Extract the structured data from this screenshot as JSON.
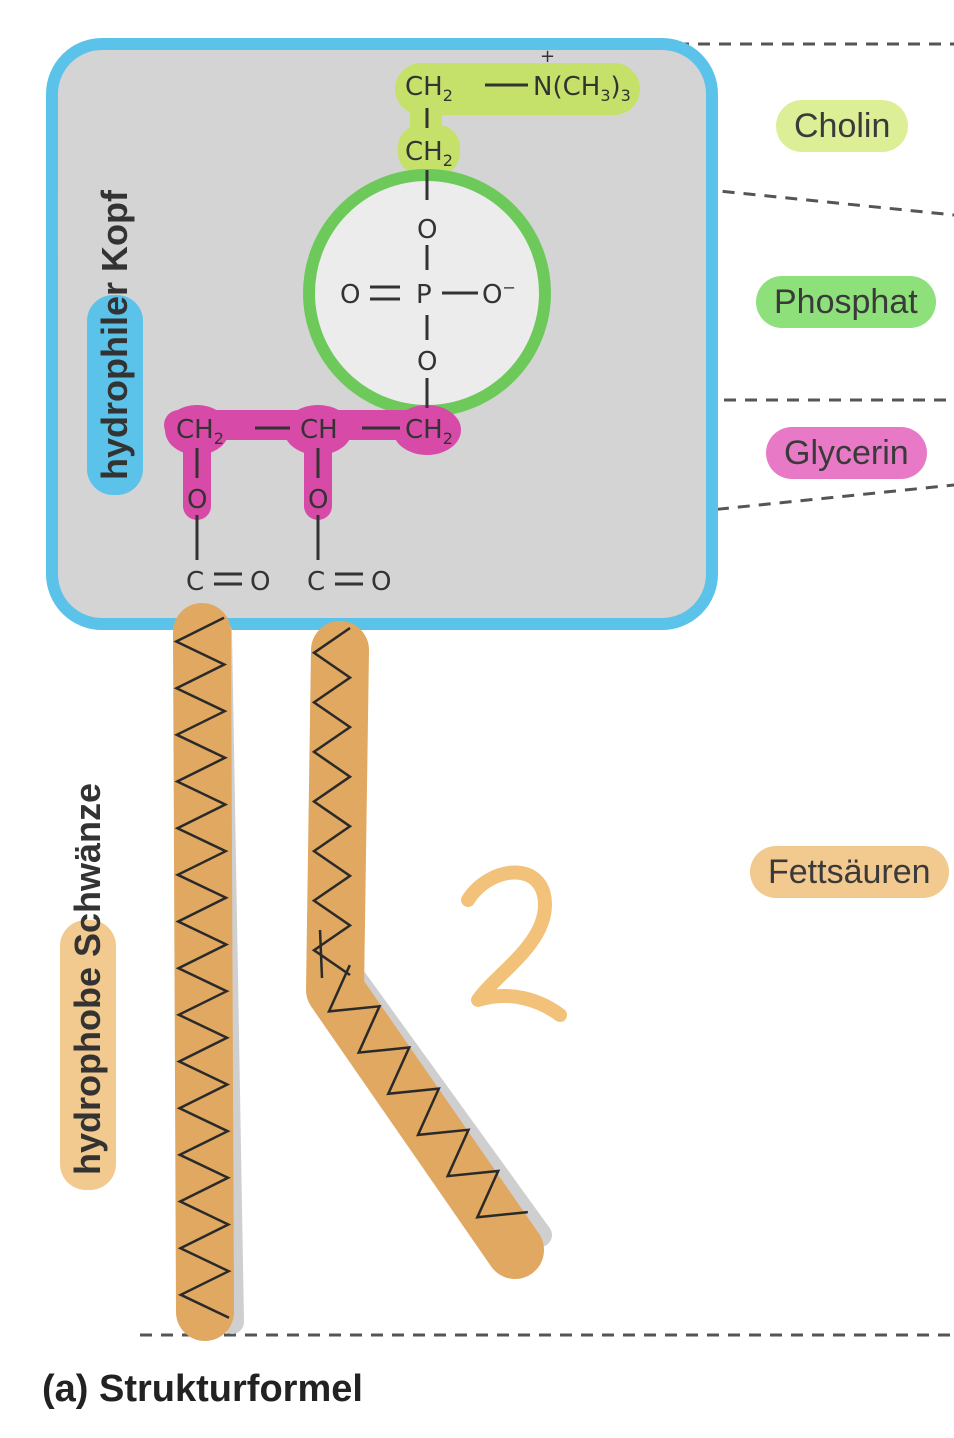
{
  "labels": {
    "cholin": "Cholin",
    "phosphat": "Phosphat",
    "glycerin": "Glycerin",
    "fettsaeuren": "Fettsäuren",
    "head_word1": "hydrophiler",
    "head_word2": "Kopf",
    "tail_word1": "hydrophobe",
    "tail_word2": "Schwänze",
    "caption": "(a) Strukturformel",
    "handwritten_number": "2"
  },
  "chemistry": {
    "ch2": "CH",
    "ch": "CH",
    "sub2": "2",
    "sub3": "3",
    "n_group": "N(CH",
    "plus": "+",
    "o": "O",
    "p": "P",
    "o_minus": "O",
    "minus": "−",
    "c": "C",
    "dbl": "="
  },
  "colors": {
    "head_box": "#d4d4d4",
    "head_outline": "#5bc3ea",
    "cholin": "#c6e16a",
    "phosphat_ring": "#6cc95a",
    "glycerin": "#d84aa8",
    "fettsaeuren": "#e0a860",
    "handwritten": "#f2c27a"
  }
}
